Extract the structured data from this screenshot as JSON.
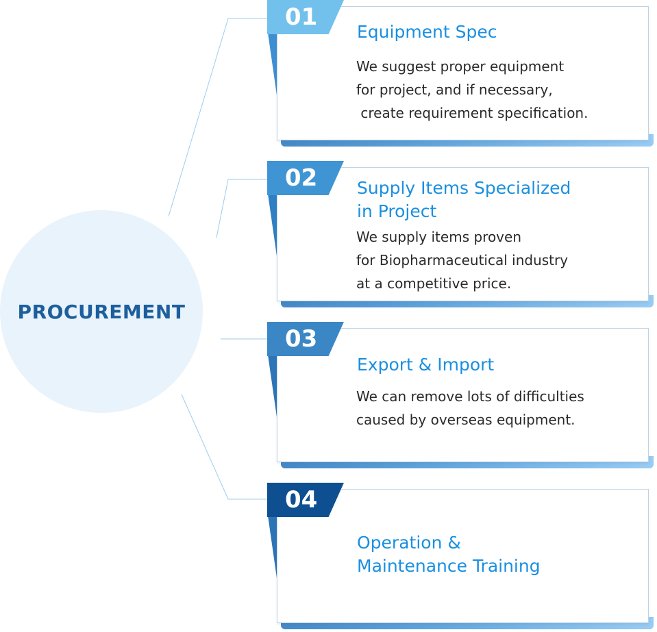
{
  "hub": {
    "label": "PROCUREMENT",
    "color": "#1d5f9c",
    "fill": "#e9f3fb"
  },
  "colors": {
    "title": "#1a8fe0",
    "text": "#2a2a2a",
    "connector": "#9dcdec",
    "panel_border": "#bfd3e3"
  },
  "items": [
    {
      "number": "01",
      "badge_color": "#72c0ec",
      "ribbon_color": "#3e8fd1",
      "title_lines": [
        "Equipment Spec"
      ],
      "desc_lines": [
        "We suggest proper equipment",
        "for project, and if necessary,",
        " create requirement specification."
      ]
    },
    {
      "number": "02",
      "badge_color": "#3f95d4",
      "ribbon_color": "#2f7fc3",
      "title_lines": [
        "Supply Items Specialized",
        "in Project"
      ],
      "desc_lines": [
        "We supply items proven",
        "for Biopharmaceutical industry",
        "at a competitive price."
      ]
    },
    {
      "number": "03",
      "badge_color": "#3b87c5",
      "ribbon_color": "#2c75b7",
      "title_lines": [
        "Export & Import"
      ],
      "desc_lines": [
        "We can remove lots of difficulties",
        "caused by overseas equipment."
      ]
    },
    {
      "number": "04",
      "badge_color": "#0d4f91",
      "ribbon_color": "#2c74b6",
      "title_lines": [
        "Operation &",
        "Maintenance Training"
      ],
      "desc_lines": []
    }
  ]
}
